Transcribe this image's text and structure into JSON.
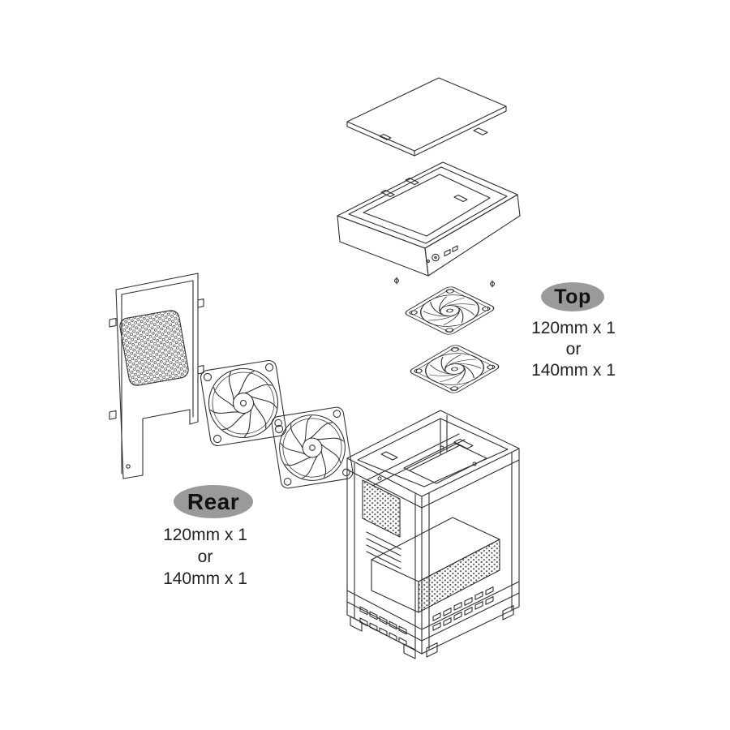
{
  "colors": {
    "line": "#2f2f2f",
    "badge_fill": "#9a9a9a",
    "badge_text": "#111111",
    "spec_text": "#222222",
    "background": "#ffffff"
  },
  "labels": {
    "top": {
      "badge": "Top",
      "lines": [
        "120mm x 1",
        "or",
        "140mm x 1"
      ]
    },
    "rear": {
      "badge": "Rear",
      "lines": [
        "120mm x 1",
        "or",
        "140mm x 1"
      ]
    }
  }
}
